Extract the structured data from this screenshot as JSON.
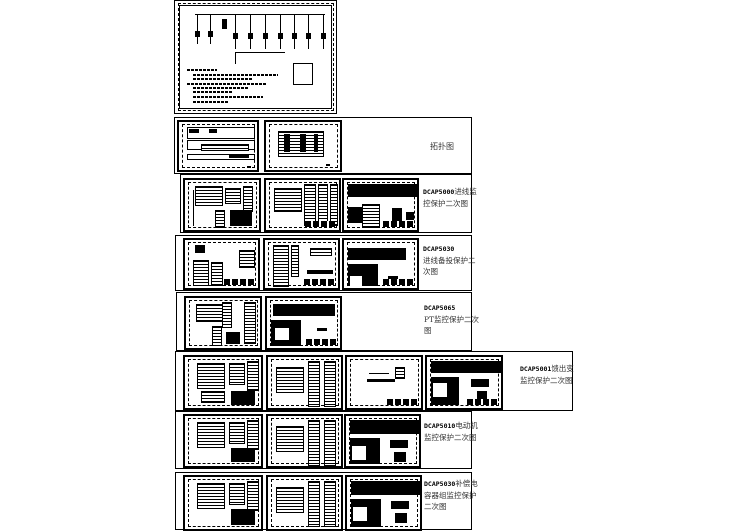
{
  "rows": [
    {
      "label": "拓扑图"
    },
    {
      "code": "DCAP5000",
      "label": "进线监控保护二次图"
    },
    {
      "code": "DCAP5030",
      "label": "进线备投保护二次图"
    },
    {
      "code": "DCAP5065",
      "label": "PT监控保护二次图"
    },
    {
      "code": "DCAP5001",
      "label": "馈出变监控保护二次图"
    },
    {
      "code": "DCAP5010",
      "label": "电动机监控保护二次图"
    },
    {
      "code": "DCAP5030",
      "label": "补偿电容器组监控保护二次图"
    }
  ]
}
